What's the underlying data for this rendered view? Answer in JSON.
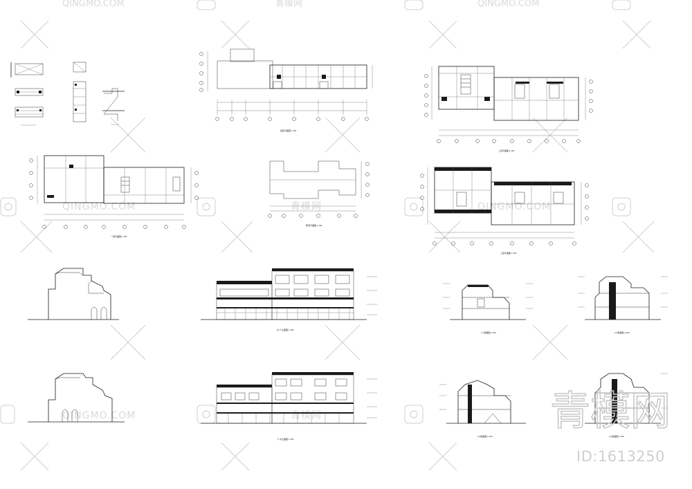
{
  "watermark": {
    "brand_latin": "QINGMO.COM",
    "brand_cn": "青模网",
    "id_label": "ID:1613250"
  },
  "drawings": [
    {
      "key": "details",
      "caption": ""
    },
    {
      "key": "plan-1",
      "caption": "底层平面图 1:100"
    },
    {
      "key": "plan-2",
      "caption": "二层平面图 1:100"
    },
    {
      "key": "plan-3",
      "caption": "一层平面图 1:100"
    },
    {
      "key": "roof",
      "caption": "屋顶平面图 1:100"
    },
    {
      "key": "plan-4",
      "caption": "三层平面图 1:100"
    },
    {
      "key": "side-elev-1",
      "caption": ""
    },
    {
      "key": "front-elev",
      "caption": "⑩-①立面图 1:100"
    },
    {
      "key": "section-1",
      "caption": "1-1剖面图 1:100"
    },
    {
      "key": "section-2",
      "caption": "2-2剖面图 1:100"
    },
    {
      "key": "side-elev-2",
      "caption": ""
    },
    {
      "key": "back-elev",
      "caption": "①-⑩立面图 1:100"
    },
    {
      "key": "section-3",
      "caption": "3-3剖面图 1:100"
    },
    {
      "key": "section-4",
      "caption": "4-4剖面图 1:100"
    }
  ]
}
